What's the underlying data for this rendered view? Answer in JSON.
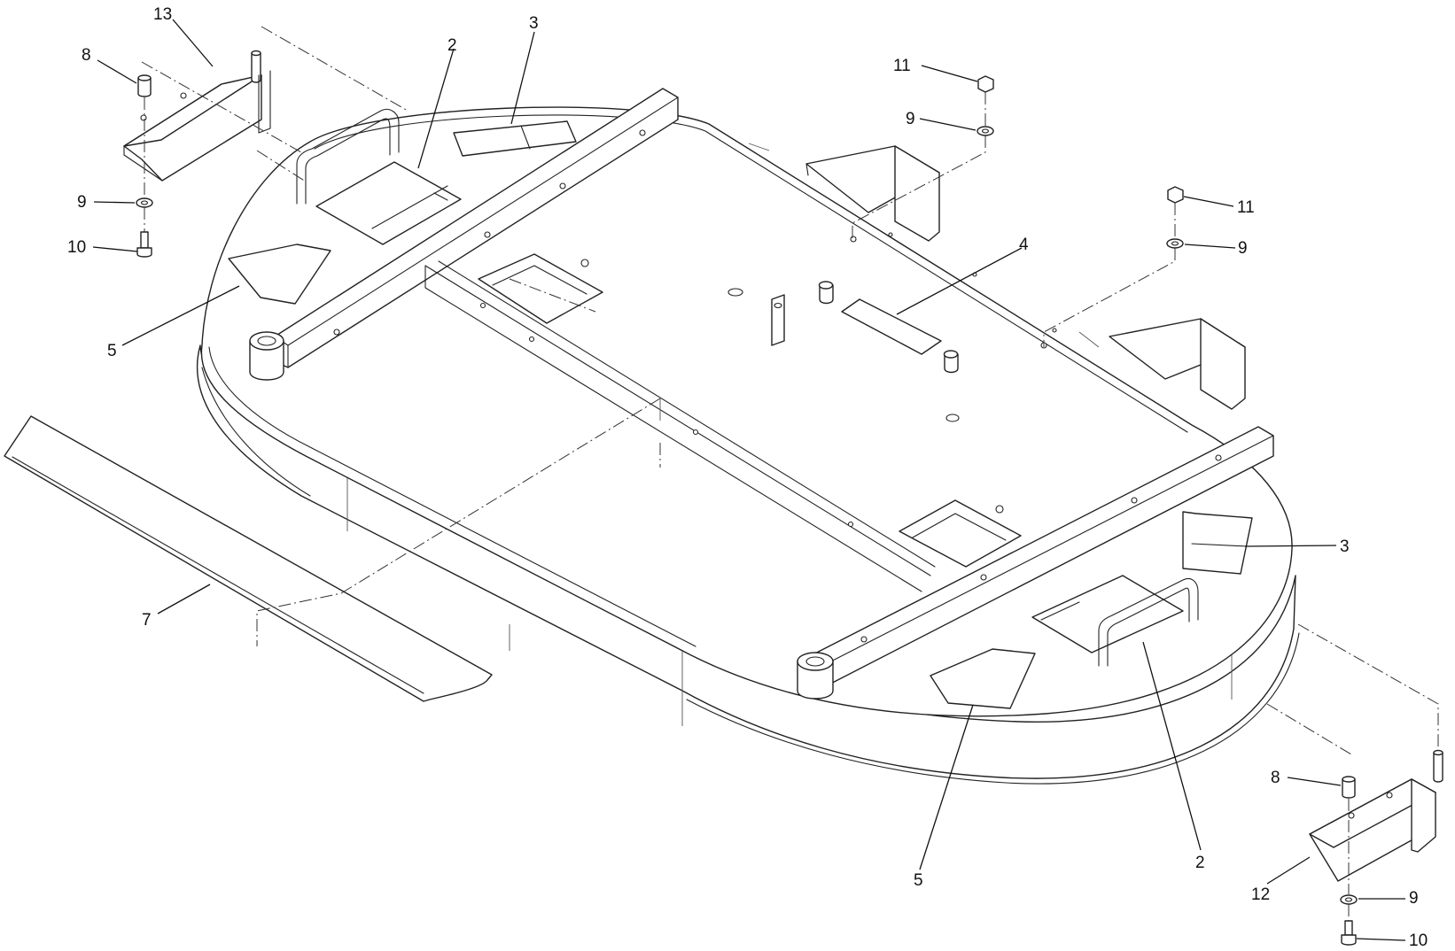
{
  "callouts": [
    {
      "id": "13",
      "label": "13"
    },
    {
      "id": "8a",
      "label": "8"
    },
    {
      "id": "9a",
      "label": "9"
    },
    {
      "id": "10a",
      "label": "10"
    },
    {
      "id": "2a",
      "label": "2"
    },
    {
      "id": "3a",
      "label": "3"
    },
    {
      "id": "5a",
      "label": "5"
    },
    {
      "id": "7",
      "label": "7"
    },
    {
      "id": "11a",
      "label": "11"
    },
    {
      "id": "9b",
      "label": "9"
    },
    {
      "id": "11b",
      "label": "11"
    },
    {
      "id": "9c",
      "label": "9"
    },
    {
      "id": "4",
      "label": "4"
    },
    {
      "id": "3b",
      "label": "3"
    },
    {
      "id": "2b",
      "label": "2"
    },
    {
      "id": "5b",
      "label": "5"
    },
    {
      "id": "8b",
      "label": "8"
    },
    {
      "id": "12",
      "label": "12"
    },
    {
      "id": "9d",
      "label": "9"
    },
    {
      "id": "10b",
      "label": "10"
    }
  ]
}
